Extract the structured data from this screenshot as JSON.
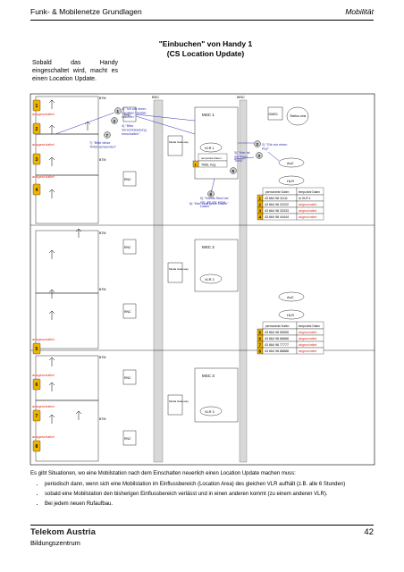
{
  "header": {
    "left": "Funk- & Mobilenetze Grundlagen",
    "right": "Mobilität"
  },
  "title": {
    "line1": "\"Einbuchen\" von Handy 1",
    "line2": "(CS Location Update)"
  },
  "intro": "Sobald das Handy eingeschaltet wird, macht es einen Location Update.",
  "labels": {
    "btm": "BTM",
    "bsc": "BSC",
    "msc": "MSC",
    "rnc": "RNC",
    "ausgeschaltet": "ausgeschaltet",
    "msc1": "MSC 1",
    "msc2": "MSC 2",
    "msc3": "MSC 3",
    "vlr1": "VLR 1",
    "vlr2": "VLR 2",
    "vlr3": "VLR 3",
    "gmsc": "GMSC",
    "telefonnetz": "Telefon-netz",
    "auc": "AuC",
    "hlr": "HLR",
    "media_gateway": "Media Gate-way",
    "temp_data": "temporäre Daten",
    "tmsi_key": "TMSI, Key",
    "perm_daten": "permanente Daten",
    "temp_daten": "temporäre Daten"
  },
  "steps": [
    {
      "n": "1",
      "text": "1) \"Ich will einen Location Update machen\""
    },
    {
      "n": "2",
      "text": "2) \"Gib mir einen Key\""
    },
    {
      "n": "3",
      "text": "3) \"Hier ist der Key / TMSI\""
    },
    {
      "n": "4",
      "text": "4) \"Bitte Verschlüsselung einschalten\""
    },
    {
      "n": "5",
      "text": "5) \"Hands Sind bei mir, gib mir seine Daten\""
    },
    {
      "n": "6",
      "text": "6) \"Hier sind seine Daten\""
    },
    {
      "n": "7",
      "text": "7) \"Bitte diese TMSI verwenden\""
    }
  ],
  "hlr_rows_1": [
    {
      "n": "1",
      "num": "43 664 98 11111",
      "status": "in VLR 1"
    },
    {
      "n": "2",
      "num": "43 664 98 22222",
      "status": "abgeschaltet"
    },
    {
      "n": "3",
      "num": "43 664 98 33333",
      "status": "abgeschaltet"
    },
    {
      "n": "4",
      "num": "43 664 98 44444",
      "status": "abgeschaltet"
    }
  ],
  "hlr_rows_2": [
    {
      "n": "5",
      "num": "43 664 98 55555",
      "status": "abgeschaltet"
    },
    {
      "n": "6",
      "num": "43 664 98 66666",
      "status": "abgeschaltet"
    },
    {
      "n": "7",
      "num": "43 664 98 77777",
      "status": "abgeschaltet"
    },
    {
      "n": "8",
      "num": "43 664 98 88888",
      "status": "abgeschaltet"
    }
  ],
  "footer_intro": "Es gibt Situationen, wo eine Mobilstation nach dem Einschalten neuerlich einen Location Update machen muss:",
  "bullets": [
    "periodisch dann, wenn sich eine Mobilstation im Einflussbereich (Location Area) des gleichen VLR aufhält (z.B. alle 6 Stunden)",
    "sobald eine Mobilstation den bisherigen Einflussbereich verlässt und in einen anderen kommt (zu einem anderen VLR).",
    "Bei jedem neuen Rufaufbau."
  ],
  "brand": "Telekom Austria",
  "subbrand": "Bildungszentrum",
  "page_number": "42",
  "colors": {
    "handset": "#f0b400",
    "step_circle": "#cccccc",
    "status_red": "#e03020",
    "step_blue": "#3030b0",
    "band": "#d8d8d8"
  }
}
